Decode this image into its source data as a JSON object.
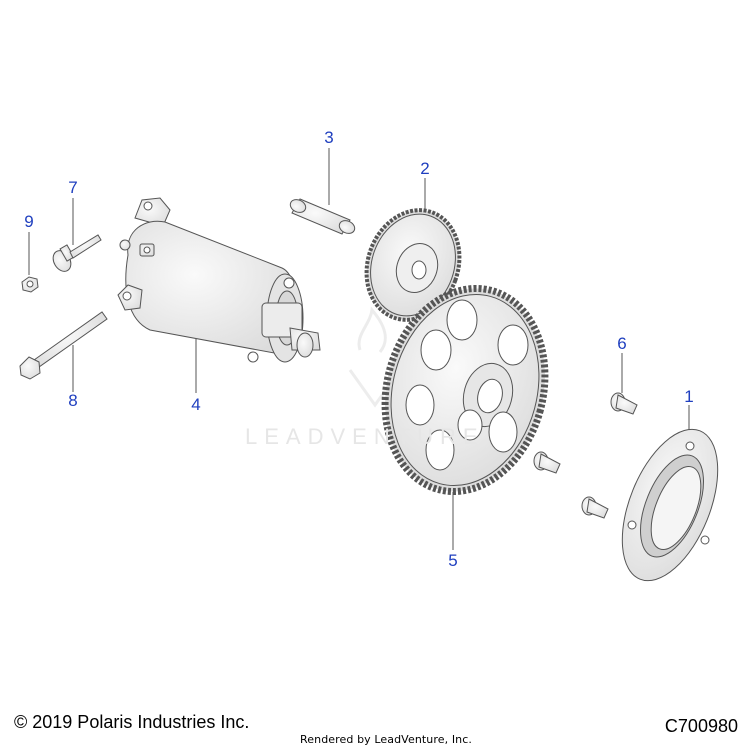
{
  "callouts": [
    {
      "id": "1",
      "label": "1"
    },
    {
      "id": "2",
      "label": "2"
    },
    {
      "id": "3",
      "label": "3"
    },
    {
      "id": "4",
      "label": "4"
    },
    {
      "id": "5",
      "label": "5"
    },
    {
      "id": "6",
      "label": "6"
    },
    {
      "id": "7",
      "label": "7"
    },
    {
      "id": "8",
      "label": "8"
    },
    {
      "id": "9",
      "label": "9"
    }
  ],
  "footer": {
    "copyright": "© 2019 Polaris Industries Inc.",
    "figure_id": "C700980",
    "rendered_by": "Rendered by LeadVenture, Inc."
  },
  "watermark": {
    "text": "LEADVENTURE",
    "logo_icon": "flame-v-logo-icon"
  },
  "colors": {
    "callout": "#1f3fbf",
    "line_art": "#555555",
    "fill": "#f2f2f2"
  }
}
